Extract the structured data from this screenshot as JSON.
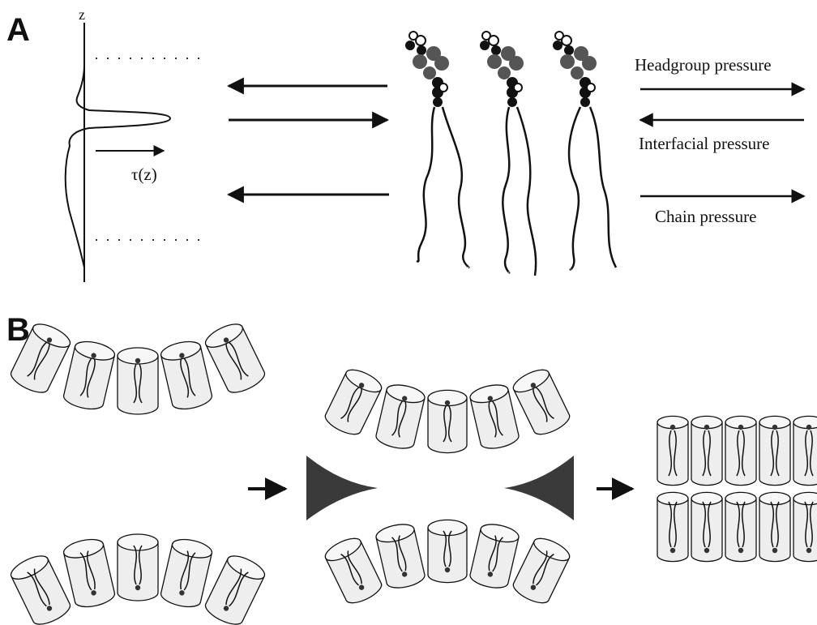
{
  "panel_a": {
    "label": "A",
    "axis_label": "z",
    "profile_label": "τ(z)",
    "pressures": {
      "headgroup": "Headgroup pressure",
      "interfacial": "Interfacial pressure",
      "chain": "Chain pressure"
    }
  },
  "panel_b": {
    "label": "B"
  },
  "colors": {
    "ink": "#111111",
    "headgroup_dark": "#555555",
    "cylinder_fill": "#ececec",
    "wedge": "#3a3a3a"
  }
}
